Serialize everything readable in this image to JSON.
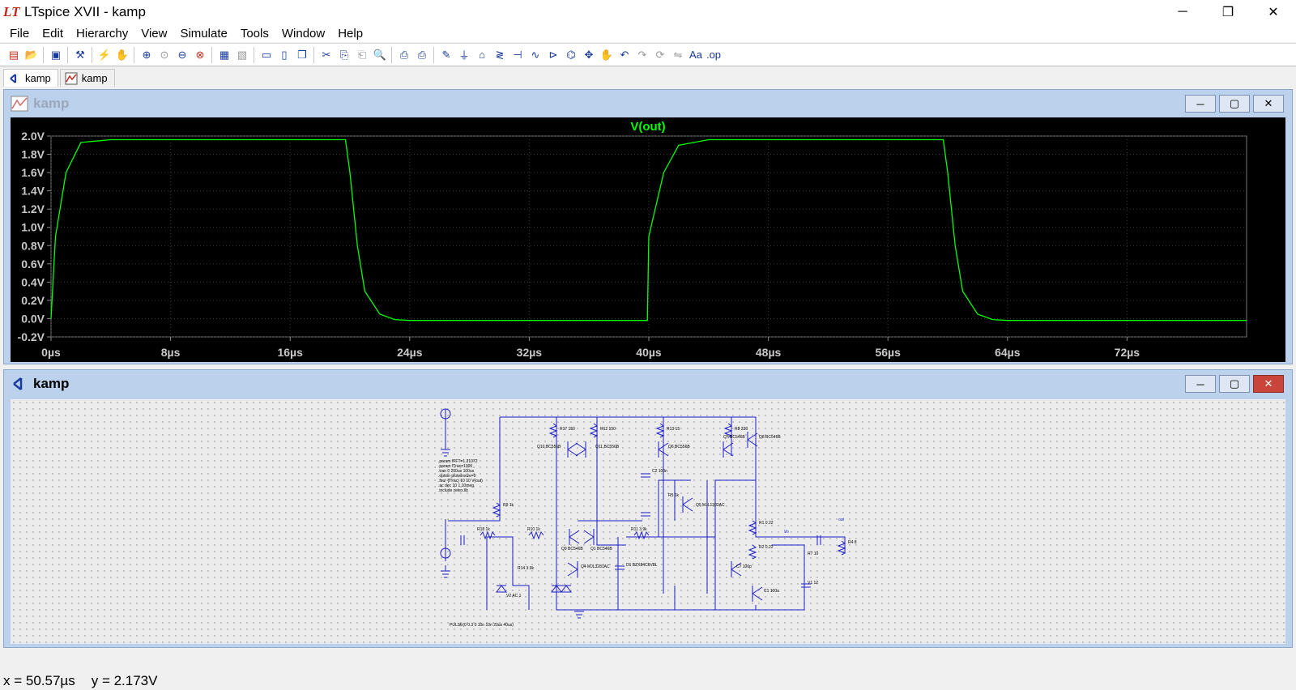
{
  "app": {
    "title": "LTspice XVII - kamp",
    "logo": "LT"
  },
  "window_controls": {
    "minimize": "─",
    "maximize": "❐",
    "close": "✕"
  },
  "menu": [
    "File",
    "Edit",
    "Hierarchy",
    "View",
    "Simulate",
    "Tools",
    "Window",
    "Help"
  ],
  "toolbar": {
    "zoom_text": "Aa",
    ".op": ".op"
  },
  "tabs": [
    {
      "label": "kamp",
      "icon": "schematic-icon"
    },
    {
      "label": "kamp",
      "icon": "waveform-icon"
    }
  ],
  "plot_window": {
    "title": "kamp"
  },
  "schematic_window": {
    "title": "kamp"
  },
  "chart_data": {
    "type": "line",
    "title": "V(out)",
    "series": [
      {
        "name": "V(out)",
        "color": "#00ff00",
        "points": [
          [
            0,
            0
          ],
          [
            0.3,
            0.9
          ],
          [
            1,
            1.6
          ],
          [
            2,
            1.93
          ],
          [
            4,
            1.96
          ],
          [
            19.7,
            1.96
          ],
          [
            20,
            1.6
          ],
          [
            20.5,
            0.8
          ],
          [
            21,
            0.3
          ],
          [
            22,
            0.05
          ],
          [
            23,
            -0.01
          ],
          [
            24,
            -0.02
          ],
          [
            39.9,
            -0.02
          ],
          [
            40,
            0.9
          ],
          [
            41,
            1.6
          ],
          [
            42,
            1.9
          ],
          [
            44,
            1.96
          ],
          [
            59.7,
            1.96
          ],
          [
            60,
            1.6
          ],
          [
            60.5,
            0.8
          ],
          [
            61,
            0.3
          ],
          [
            62,
            0.05
          ],
          [
            63,
            -0.01
          ],
          [
            64,
            -0.02
          ],
          [
            80,
            -0.02
          ]
        ]
      }
    ],
    "xlabel": "",
    "ylabel": "",
    "xlim": [
      0,
      80
    ],
    "ylim": [
      -0.2,
      2.0
    ],
    "x_ticks": [
      "0µs",
      "8µs",
      "16µs",
      "24µs",
      "32µs",
      "40µs",
      "48µs",
      "56µs",
      "64µs",
      "72µs"
    ],
    "y_ticks": [
      "2.0V",
      "1.8V",
      "1.6V",
      "1.4V",
      "1.2V",
      "1.0V",
      "0.8V",
      "0.6V",
      "0.4V",
      "0.2V",
      "0.0V",
      "-0.2V"
    ],
    "grid": true
  },
  "schematic": {
    "directives": [
      ".param fFFT=1.21072",
      ".param fTrac=1000",
      ".tran 0 200us 100us",
      ".option plotwinsize=0",
      ".four {fTrac} 10 10 V(out)",
      ".ac dec 10 1 10meg",
      ".include zetex.lib"
    ],
    "components": [
      {
        "ref": "R17",
        "val": "150"
      },
      {
        "ref": "R12",
        "val": "150"
      },
      {
        "ref": "R13",
        "val": "15"
      },
      {
        "ref": "R8",
        "val": "330"
      },
      {
        "ref": "R9",
        "val": "1k"
      },
      {
        "ref": "R18",
        "val": "1k"
      },
      {
        "ref": "R10",
        "val": "1k"
      },
      {
        "ref": "R14",
        "val": "3.9k"
      },
      {
        "ref": "R11",
        "val": "3.9k"
      },
      {
        "ref": "R5",
        "val": "1k"
      },
      {
        "ref": "R1",
        "val": "0.22"
      },
      {
        "ref": "R2",
        "val": "0.22"
      },
      {
        "ref": "R7",
        "val": "10"
      },
      {
        "ref": "R4",
        "val": "8"
      },
      {
        "ref": "Q10",
        "val": "BC556B"
      },
      {
        "ref": "Q11",
        "val": "BC556B"
      },
      {
        "ref": "Q6",
        "val": "BC556B"
      },
      {
        "ref": "Q7",
        "val": "BC546B"
      },
      {
        "ref": "Q8",
        "val": "BC546B"
      },
      {
        "ref": "Q9",
        "val": "BC546B"
      },
      {
        "ref": "Q1",
        "val": "BC546B"
      },
      {
        "ref": "Q4",
        "val": "MJL3281AC"
      },
      {
        "ref": "Q5",
        "val": "MJL1302AC"
      },
      {
        "ref": "C7",
        "val": "100p"
      },
      {
        "ref": "C1",
        "val": "100u"
      },
      {
        "ref": "C2",
        "val": "100n"
      },
      {
        "ref": "D1",
        "val": "BZX84C6V8L"
      },
      {
        "ref": "V1",
        "val": "12"
      },
      {
        "ref": "V2",
        "val": "AC 1"
      }
    ],
    "source": "PULSE(0 0.3 0 10n 10n 20us 40us)",
    "out_label": "out",
    "node_label": "Vo"
  },
  "status": {
    "x": "x = 50.57µs",
    "y": "y = 2.173V"
  }
}
